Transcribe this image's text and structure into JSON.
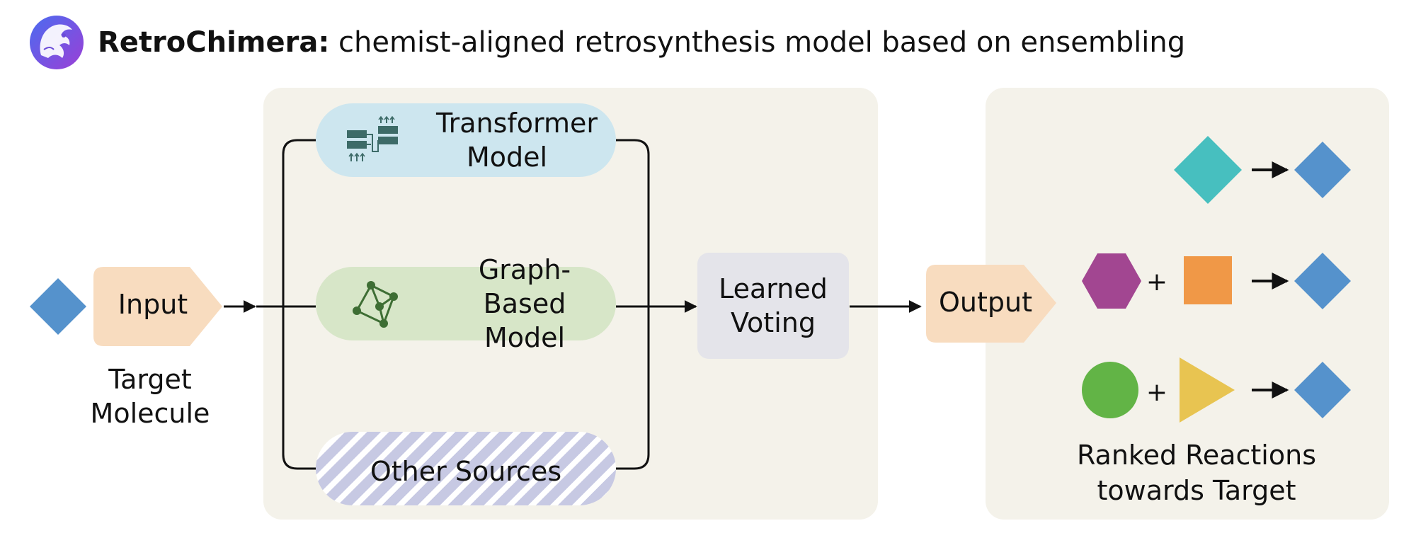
{
  "title": {
    "bold": "RetroChimera:",
    "rest": " chemist-aligned retrosynthesis model based on ensembling"
  },
  "logo": {
    "icon": "lion-head-logo",
    "color": "#6a4bd8"
  },
  "input": {
    "label": "Input",
    "caption_line1": "Target",
    "caption_line2": "Molecule"
  },
  "models": {
    "transformer": {
      "line1": "Transformer",
      "line2": "Model",
      "icon": "transformer-icon"
    },
    "graph": {
      "line1": "Graph-Based",
      "line2": "Model",
      "icon": "graph-icon"
    },
    "other": {
      "label": "Other Sources"
    }
  },
  "voting": {
    "line1": "Learned",
    "line2": "Voting"
  },
  "output": {
    "label": "Output",
    "caption_line1": "Ranked Reactions",
    "caption_line2": "towards Target"
  },
  "reactions": [
    {
      "reactants": [
        "teal-diamond"
      ],
      "product": "blue-diamond"
    },
    {
      "reactants": [
        "purple-hexagon",
        "orange-square"
      ],
      "product": "blue-diamond"
    },
    {
      "reactants": [
        "green-circle",
        "yellow-triangle"
      ],
      "product": "blue-diamond"
    }
  ],
  "plus_symbol": "+",
  "colors": {
    "target_molecule": "#5592cc",
    "input_tag": "#f8dcbf",
    "transformer_pill": "#cde6ef",
    "graph_pill": "#d7e6c8",
    "other_pill_stripe": "#c7c9e3",
    "voting_box": "#e4e4ea",
    "panel": "#f4f2ea",
    "teal": "#47bfbf",
    "purple": "#a24691",
    "orange": "#f09847",
    "green": "#62b446",
    "yellow": "#e8c451"
  }
}
